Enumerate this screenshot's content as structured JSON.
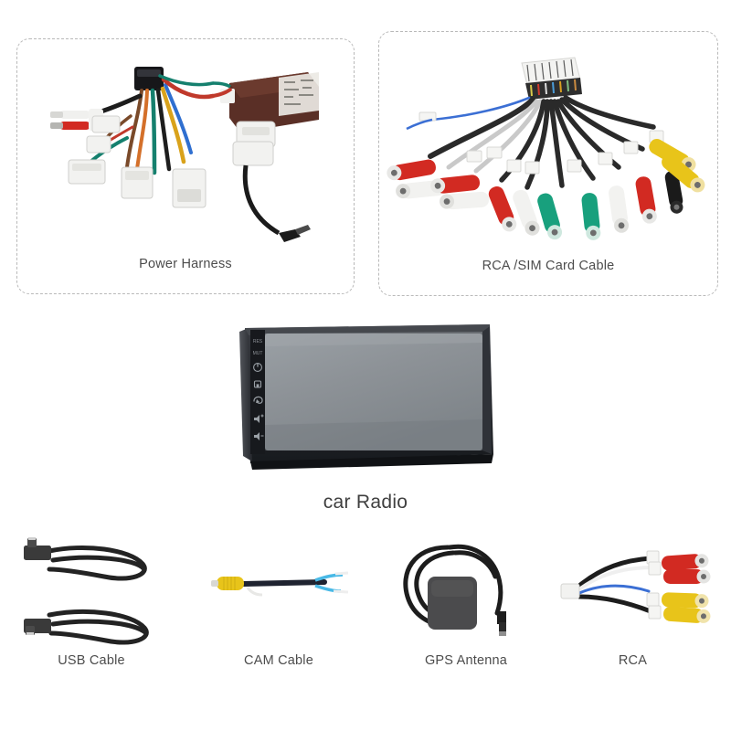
{
  "page": {
    "background": "#ffffff",
    "accent_gray": "#4c4c4c",
    "dash_border": "#b9b9b9"
  },
  "panels": [
    {
      "id": "power-harness",
      "label": "Power Harness",
      "icon": "wiring-harness-icon",
      "colors": {
        "module_box": "#5a2f26",
        "module_label": "#f2f0ed",
        "connector_white": "#f0f0ee",
        "wire_red": "#c0392b",
        "wire_teal": "#15806e",
        "wire_blue": "#2f6fd0",
        "wire_yellow": "#d9a21b",
        "wire_black": "#1d1d1d",
        "wire_brown": "#7a4a2a",
        "wire_orange": "#d4702a"
      }
    },
    {
      "id": "rca-sim-card-cable",
      "label": "RCA /SIM Card Cable",
      "icon": "rca-fanout-cable-icon",
      "colors": {
        "rca_red": "#d22a22",
        "rca_white": "#f2f2f0",
        "rca_green": "#18a07d",
        "rca_yellow": "#e8c41a",
        "rca_black": "#1a1a1a",
        "cable_black": "#2a2a2a",
        "cable_gray": "#c9c9c9",
        "cable_blue": "#3b6fd4"
      }
    }
  ],
  "radio": {
    "label": "car Radio",
    "icon": "car-head-unit-icon",
    "bezel_color": "#2b2d31",
    "screen_color": "#8d9196",
    "buttons": [
      {
        "name": "reset-button",
        "glyph": "RES"
      },
      {
        "name": "mute-button",
        "glyph": "MUT"
      },
      {
        "name": "power-button",
        "glyph": "power-icon"
      },
      {
        "name": "home-button",
        "glyph": "home-icon"
      },
      {
        "name": "back-button",
        "glyph": "back-arrow-icon"
      },
      {
        "name": "volume-up-button",
        "glyph": "volume-up-icon"
      },
      {
        "name": "volume-down-button",
        "glyph": "volume-down-icon"
      }
    ]
  },
  "accessories": [
    {
      "id": "usb-cable",
      "label": "USB Cable",
      "icon": "usb-cable-icon",
      "count": 2,
      "colors": {
        "cable": "#232323",
        "connector": "#3a3a3a"
      }
    },
    {
      "id": "cam-cable",
      "label": "CAM Cable",
      "icon": "camera-cable-icon",
      "colors": {
        "rca_yellow": "#e8c41a",
        "cable": "#1f2330",
        "wire_blue": "#49b9e6",
        "wire_white": "#eeeeee"
      }
    },
    {
      "id": "gps-antenna",
      "label": "GPS Antenna",
      "icon": "gps-antenna-icon",
      "colors": {
        "puck": "#4b4b4d",
        "cable": "#1d1d1d"
      }
    },
    {
      "id": "rca",
      "label": "RCA",
      "icon": "rca-cable-icon",
      "colors": {
        "rca_red": "#d22a22",
        "rca_yellow": "#e8c41a",
        "cable_black": "#1d1d1d",
        "cable_white": "#efefef"
      }
    }
  ]
}
